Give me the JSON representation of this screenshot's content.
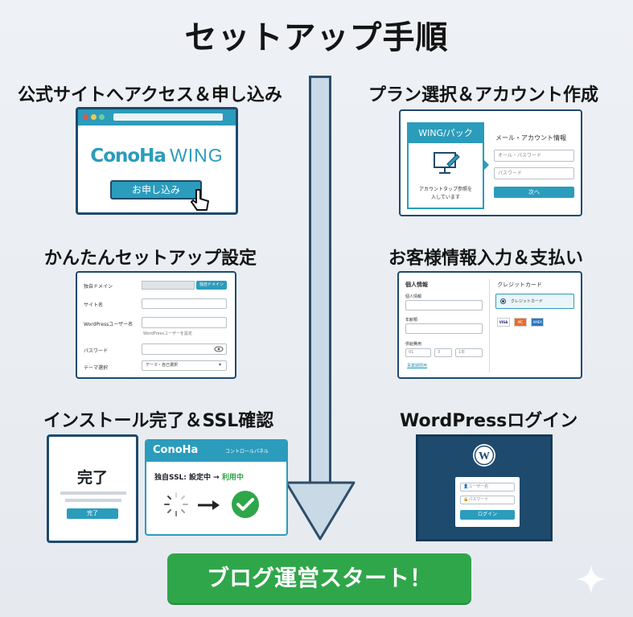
{
  "title": "セットアップ手順",
  "steps": {
    "s1": {
      "title": "公式サイトへアクセス＆申し込み",
      "brand_a": "ConoHa",
      "brand_b": "WING",
      "button": "お申し込み"
    },
    "s2": {
      "title": "プラン選択＆アカウント作成",
      "tab": "WING/パック",
      "note_l1": "アカウントタップ参照を",
      "note_l2": "入しています",
      "heading": "メール・アカウント情報",
      "field1": "オール・パスワード",
      "field2": "パスワード",
      "button": "次へ"
    },
    "s3": {
      "title": "かんたんセットアップ設定",
      "labels": [
        "独自ドメイン",
        "サイト名",
        "WordPressユーザー名",
        "パスワード",
        "テーマ選択"
      ],
      "domain_btn": "独自ドメイン",
      "hint": "WordPressユーザーを設定",
      "theme_value": "テーマ・自己選択"
    },
    "s4": {
      "title": "お客様情報入力＆支払い",
      "left_heading": "個人情報",
      "left_labels": [
        "個人情報",
        "年齢類",
        "供給費用",
        "事業期限用"
      ],
      "select_a": "01",
      "select_b": "3",
      "select_c": "1年",
      "right_heading": "クレジットカード",
      "option": "クレジットカード",
      "cards": [
        "VISA",
        "MC",
        "AMEX"
      ]
    },
    "s5": {
      "title": "インストール完了＆SSL確認",
      "done": "完了",
      "done_button": "完了",
      "brand": "ConoHa",
      "panel": "コントロールパネル",
      "ssl_prefix": "独自SSL: 設定中 → ",
      "ssl_status": "利用中"
    },
    "s6": {
      "title": "WordPressログイン",
      "user_ph": "ユーザー名",
      "pass_ph": "パスワード",
      "button": "ログイン"
    }
  },
  "cta": "ブログ運営スタート！",
  "colors": {
    "navy": "#1e4a6e",
    "teal": "#2b9cbc",
    "green": "#2fa64a",
    "arrow": "#c9d9e6"
  }
}
